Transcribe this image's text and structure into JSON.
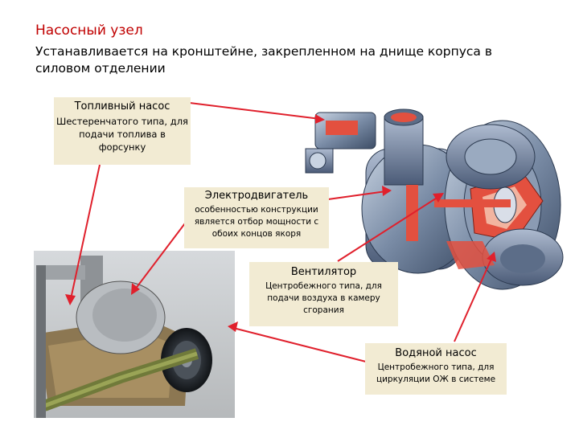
{
  "title": "Насосный узел",
  "subtitle": "Устанавливается на кронштейне, закрепленном на днище корпуса в силовом отделении",
  "labels": [
    {
      "name": "Топливный насос",
      "desc": "Шестеренчатого типа, для подачи топлива в форсунку"
    },
    {
      "name": "Электродвигатель",
      "desc": "особенностью конструкции является отбор мощности с обоих концов якоря"
    },
    {
      "name": "Вентилятор",
      "desc": "Центробежного типа, для подачи воздуха в камеру сгорания"
    },
    {
      "name": "Водяной насос",
      "desc": "Центробежного типа, для циркуляции ОЖ в системе"
    }
  ],
  "colors": {
    "arrow": "#e0202c",
    "label_bg": "#f2ebd3",
    "title": "#c00000"
  }
}
